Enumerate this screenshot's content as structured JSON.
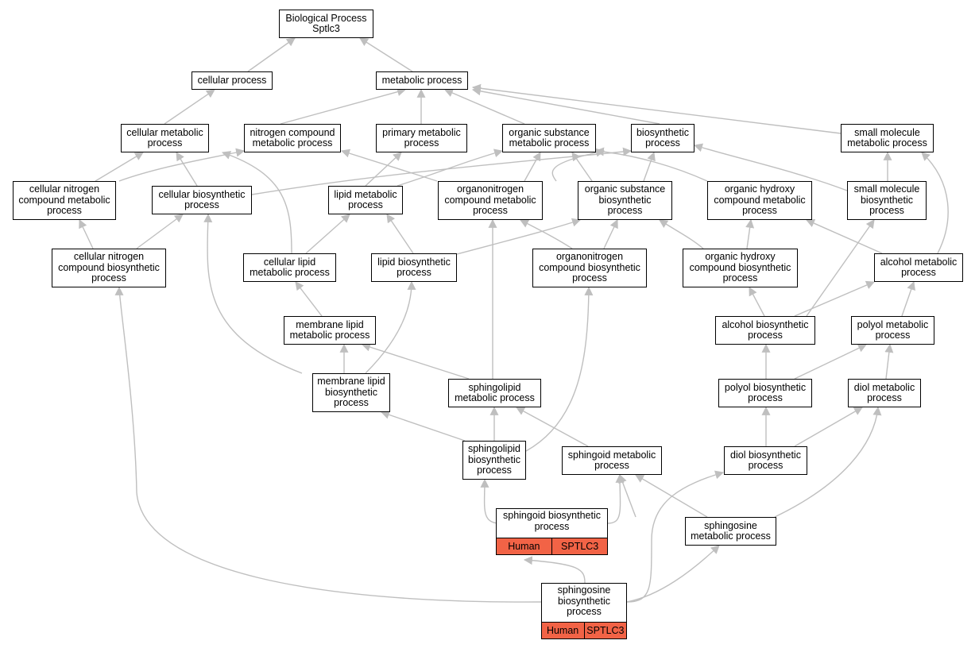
{
  "nodes": {
    "bp": {
      "label": "Biological Process\nSptlc3"
    },
    "cellular_process": {
      "label": "cellular process"
    },
    "metabolic_process": {
      "label": "metabolic process"
    },
    "cellular_metabolic": {
      "label": "cellular metabolic\nprocess"
    },
    "nitrogen_compound": {
      "label": "nitrogen compound\nmetabolic process"
    },
    "primary_metabolic": {
      "label": "primary metabolic\nprocess"
    },
    "organic_substance_metabolic": {
      "label": "organic substance\nmetabolic process"
    },
    "biosynthetic": {
      "label": "biosynthetic\nprocess"
    },
    "small_molecule_metabolic": {
      "label": "small molecule\nmetabolic process"
    },
    "cellular_nitrogen_metabolic": {
      "label": "cellular nitrogen\ncompound metabolic\nprocess"
    },
    "cellular_biosynthetic": {
      "label": "cellular biosynthetic\nprocess"
    },
    "lipid_metabolic": {
      "label": "lipid metabolic\nprocess"
    },
    "organonitrogen_metabolic": {
      "label": "organonitrogen\ncompound metabolic\nprocess"
    },
    "organic_substance_biosynthetic": {
      "label": "organic substance\nbiosynthetic\nprocess"
    },
    "organic_hydroxy_metabolic": {
      "label": "organic hydroxy\ncompound metabolic\nprocess"
    },
    "small_molecule_biosynthetic": {
      "label": "small molecule\nbiosynthetic\nprocess"
    },
    "cellular_nitrogen_biosynthetic": {
      "label": "cellular nitrogen\ncompound biosynthetic\nprocess"
    },
    "cellular_lipid_metabolic": {
      "label": "cellular lipid\nmetabolic process"
    },
    "lipid_biosynthetic": {
      "label": "lipid biosynthetic\nprocess"
    },
    "organonitrogen_biosynthetic": {
      "label": "organonitrogen\ncompound biosynthetic\nprocess"
    },
    "organic_hydroxy_biosynthetic": {
      "label": "organic hydroxy\ncompound biosynthetic\nprocess"
    },
    "alcohol_metabolic": {
      "label": "alcohol metabolic\nprocess"
    },
    "membrane_lipid_metabolic": {
      "label": "membrane lipid\nmetabolic process"
    },
    "alcohol_biosynthetic": {
      "label": "alcohol biosynthetic\nprocess"
    },
    "polyol_metabolic": {
      "label": "polyol metabolic\nprocess"
    },
    "membrane_lipid_biosynthetic": {
      "label": "membrane lipid\nbiosynthetic\nprocess"
    },
    "sphingolipid_metabolic": {
      "label": "sphingolipid\nmetabolic process"
    },
    "polyol_biosynthetic": {
      "label": "polyol biosynthetic\nprocess"
    },
    "diol_metabolic": {
      "label": "diol metabolic\nprocess"
    },
    "sphingolipid_biosynthetic": {
      "label": "sphingolipid\nbiosynthetic\nprocess"
    },
    "sphingoid_metabolic": {
      "label": "sphingoid metabolic\nprocess"
    },
    "diol_biosynthetic": {
      "label": "diol biosynthetic\nprocess"
    },
    "sphingoid_biosynthetic": {
      "label": "sphingoid biosynthetic\nprocess",
      "tags": [
        "Human",
        "SPTLC3"
      ]
    },
    "sphingosine_metabolic": {
      "label": "sphingosine\nmetabolic process"
    },
    "sphingosine_biosynthetic": {
      "label": "sphingosine\nbiosynthetic\nprocess",
      "tags": [
        "Human",
        "SPTLC3"
      ]
    }
  },
  "colors": {
    "edge": "#bfbfbf",
    "annotation": "#f26346",
    "border": "#000000"
  }
}
